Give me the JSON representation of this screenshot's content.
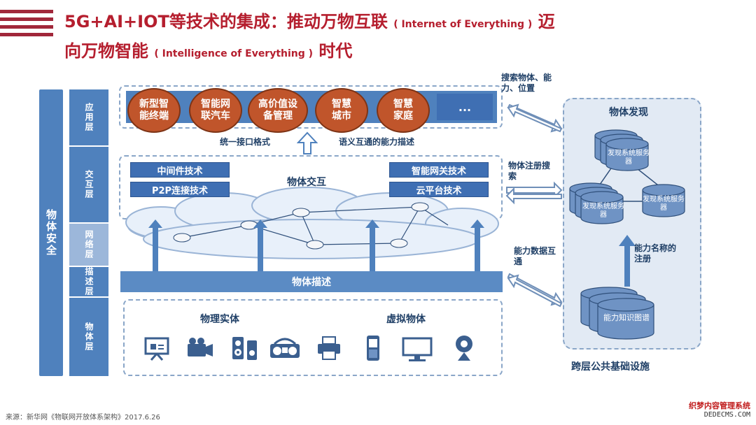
{
  "title": {
    "line1_cn": "5G+AI+IOT等技术的集成：推动万物互联",
    "line1_en": "( Internet of Everything )",
    "line1_tail": "迈",
    "line2_cn": "向万物智能",
    "line2_en": "( Intelligence of Everything )",
    "line2_tail": "时代"
  },
  "left_column": {
    "security": "物体安全",
    "layers": [
      "应用层",
      "交互层",
      "网络层",
      "描述层",
      "物体层"
    ]
  },
  "app_circles": [
    {
      "label": "新型智能终端"
    },
    {
      "label": "智能网联汽车"
    },
    {
      "label": "高价值设备管理"
    },
    {
      "label": "智慧城市"
    },
    {
      "label": "智慧家庭"
    }
  ],
  "app_more": "...",
  "interface_labels": {
    "left": "统一接口格式",
    "right": "语义互通的能力描述"
  },
  "interaction": {
    "title": "物体交互",
    "left_buttons": [
      "中间件技术",
      "P2P连接技术"
    ],
    "right_buttons": [
      "智能网关技术",
      "云平台技术"
    ]
  },
  "description_bar": "物体描述",
  "objects": {
    "physical": "物理实体",
    "virtual": "虚拟物体",
    "icons": [
      "presentation-board-icon",
      "video-camera-icon",
      "speaker-icon",
      "radio-icon",
      "printer-icon",
      "mobile-phone-icon",
      "monitor-icon",
      "webcam-icon"
    ]
  },
  "right_side": {
    "top_label": "搜索物体、能力、位置",
    "mid_label": "物体注册搜索",
    "low_label": "能力数据互通",
    "panel_title": "物体发现",
    "server_label": "发现系统服务器",
    "name_reg": "能力名称的注册",
    "knowledge": "能力知识图谱",
    "footer": "跨层公共基础设施"
  },
  "source": "来源：新华网《物联网开放体系架构》2017.6.26",
  "watermark": {
    "cn": "织梦内容管理系统",
    "en": "DEDECMS.COM"
  },
  "colors": {
    "brand_red": "#b51e2e",
    "bar_blue": "#4f81bd",
    "circle_orange": "#c0552b"
  }
}
